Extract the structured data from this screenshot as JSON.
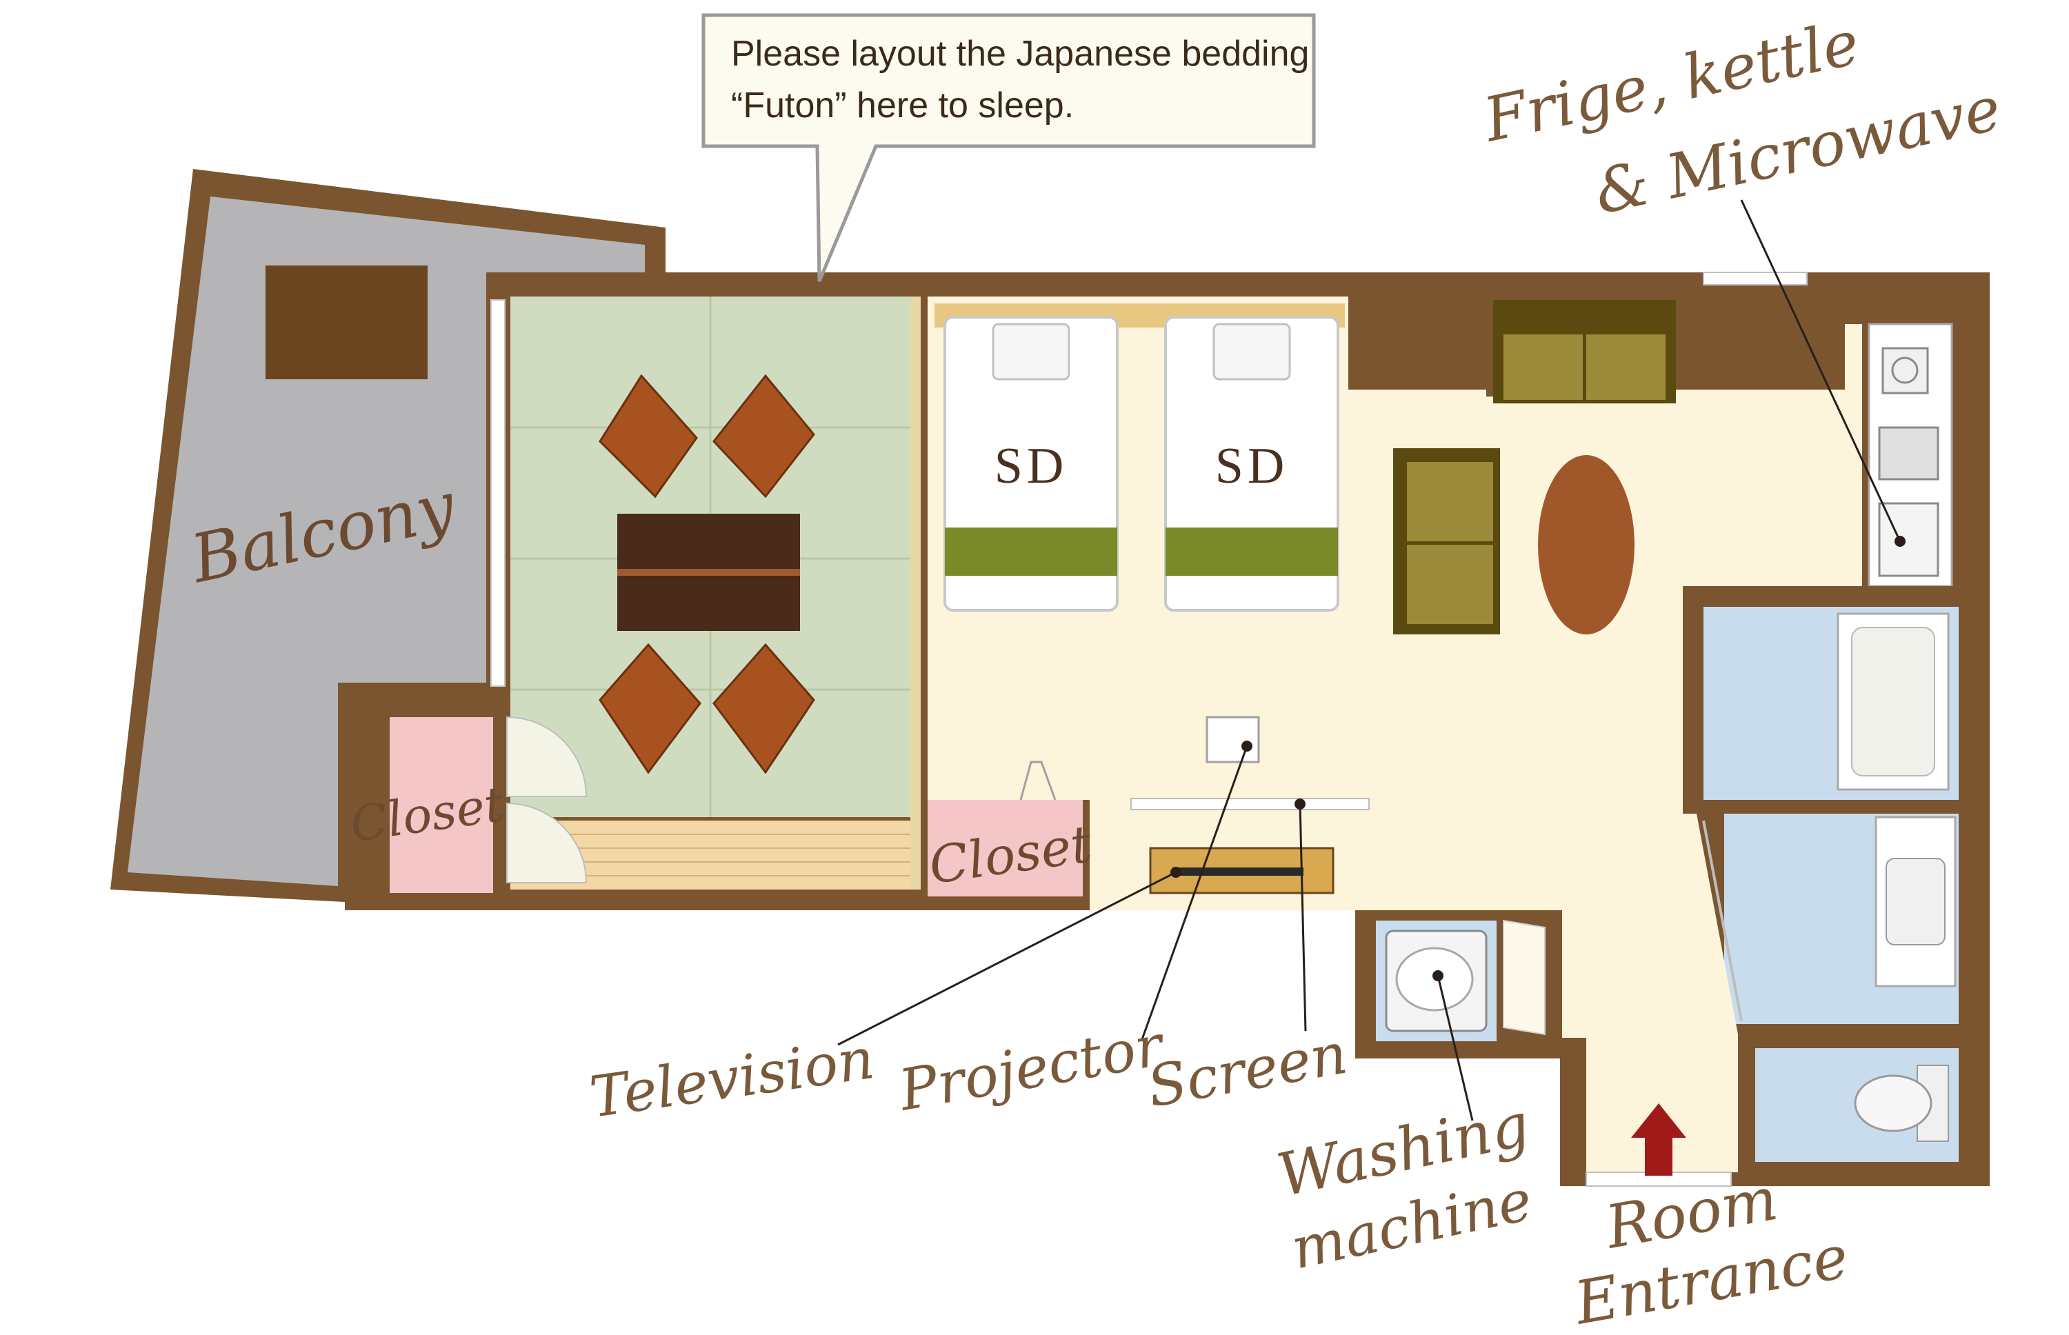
{
  "callout": {
    "line1": "Please layout the Japanese bedding",
    "line2": "“Futon” here to sleep."
  },
  "rooms": {
    "balcony": "Balcony",
    "closet_left": "Closet",
    "closet_right": "Closet"
  },
  "beds": {
    "bed1": "SD",
    "bed2": "SD"
  },
  "labels": {
    "fridge_line1": "Frige, kettle",
    "fridge_line2": "& Microwave",
    "television": "Television",
    "projector": "Projector",
    "screen": "Screen",
    "washing_line1": "Washing",
    "washing_line2": "machine",
    "entrance_line1": "Room",
    "entrance_line2": "Entrance"
  },
  "colors": {
    "wall": "#7a5530",
    "balcony": "#b5b5b8",
    "tatami": "#cfdcc0",
    "floor": "#fdf4dc",
    "closet": "#f4c6c8",
    "bath": "#c9dcee",
    "sofa": "#8a7a2a",
    "entrance_arrow": "#a01a1a"
  }
}
